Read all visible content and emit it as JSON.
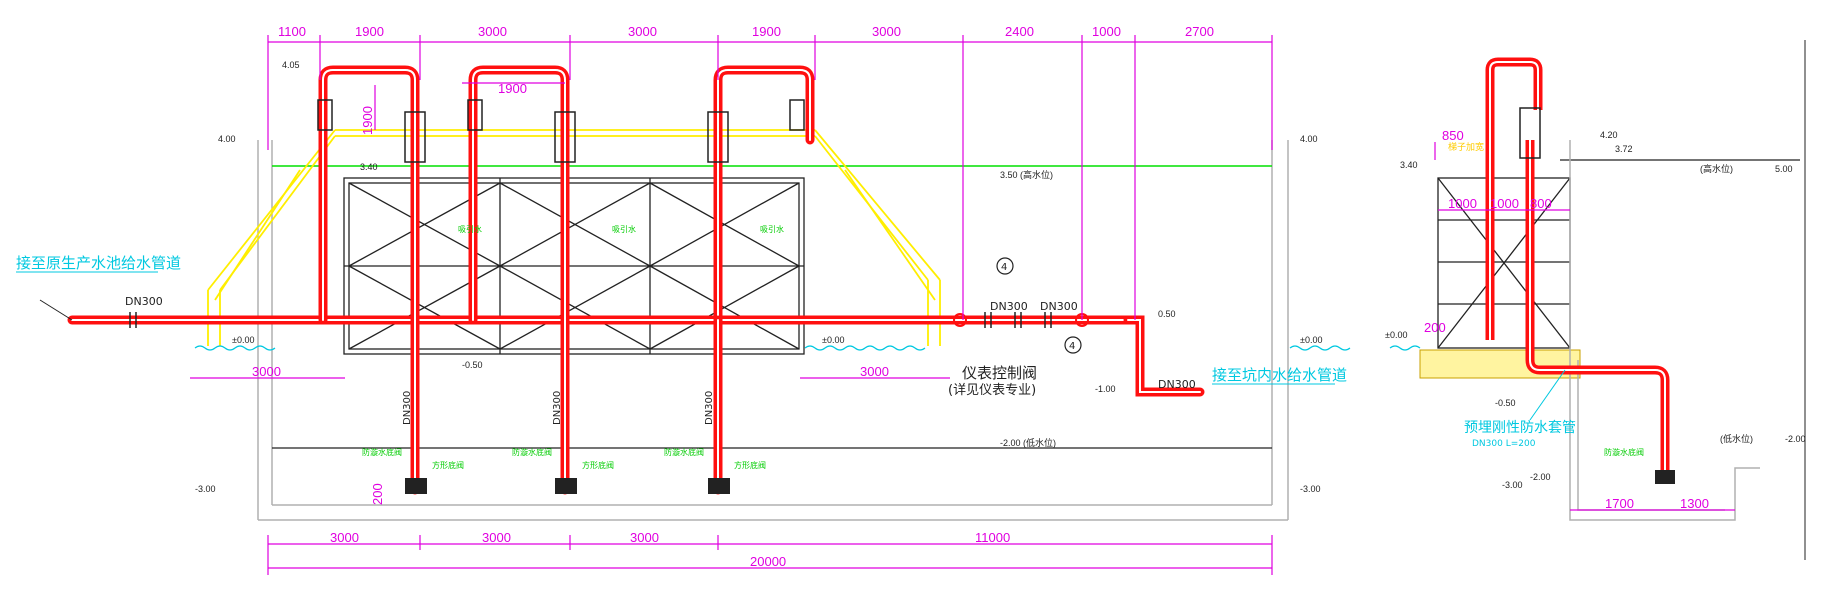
{
  "dims": {
    "top": [
      "1100",
      "1900",
      "3000",
      "3000",
      "1900",
      "3000",
      "2400",
      "1000",
      "2700"
    ],
    "inner_1900": "1900",
    "vert_1900": "1900",
    "left_3000": "3000",
    "right_3000": "3000",
    "bottom": [
      "3000",
      "3000",
      "3000",
      "11000"
    ],
    "total": "20000",
    "vert_200": "200",
    "side_850": "850",
    "side_1000a": "1000",
    "side_1000b": "1000",
    "side_800": "800",
    "side_200": "200",
    "side_1700": "1700",
    "side_1300": "1300"
  },
  "levels": {
    "l405_left": "4.05",
    "l400_left": "4.00",
    "l400_right": "4.00",
    "l340": "3.40",
    "l350_water": "3.50 (高水位)",
    "p000_left": "±0.00",
    "p000_mid": "±0.00",
    "p000_right": "±0.00",
    "m050_mid": "-0.50",
    "m050_right": "0.50",
    "m100": "-1.00",
    "m200_low": "-2.00 (低水位)",
    "m300_left": "-3.00",
    "m300_right": "-3.00",
    "s_top": "4.20",
    "s_372": "3.72",
    "s_340": "3.40",
    "s_500": "5.00",
    "s_high": "(高水位)",
    "s_000": "±0.00",
    "s_m050": "-0.50",
    "s_low": "(低水位)",
    "s_m200": "-2.00",
    "s_m200b": "-2.00",
    "s_m300": "-3.00",
    "s_stair": "梯子加宽"
  },
  "labels": {
    "left_pipe": "接至原生产水池给水管道",
    "right_pipe": "接至坑内水给水管道",
    "dn300_left": "DN300",
    "dn300_mid1": "DN300",
    "dn300_mid2": "DN300",
    "dn300_right": "DN300",
    "dn300_v": [
      "DN300",
      "DN300",
      "DN300"
    ],
    "valve_ctrl": "仪表控制阀",
    "valve_note": "(详见仪表专业)",
    "callout_top": "4",
    "callout_bottom": "4",
    "side_sleeve": "预埋刚性防水套管",
    "side_sleeve_sub": "DN300  L=200",
    "foot_left": [
      "防漩水底阀",
      "防漩水底阀",
      "防漩水底阀"
    ],
    "foot_right": [
      "方形底阀",
      "方形底阀",
      "方形底阀"
    ],
    "inlet_tags": [
      "吸引水",
      "吸引水",
      "吸引水"
    ],
    "side_foot": "防漩水底阀"
  },
  "colors": {
    "pipe": "#ff1010",
    "dimension": "#e000e0",
    "frame": "#ffee00",
    "water": "#00e000",
    "annotation": "#00c8e0",
    "structure": "#222222"
  }
}
